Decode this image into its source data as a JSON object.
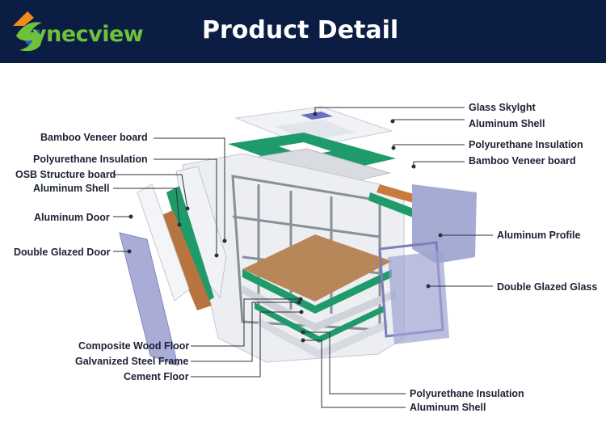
{
  "header": {
    "brand": "ynecview",
    "title": "Product Detail",
    "colors": {
      "background": "#0c1d44",
      "brand_green": "#6fc13a",
      "brand_orange": "#f08a1c"
    }
  },
  "labels": {
    "glass_skylight": "Glass Skylght",
    "aluminum_shell_top": "Aluminum Shell",
    "polyurethane_insulation_top_right": "Polyurethane Insulation",
    "bamboo_veneer_board_right": "Bamboo Veneer board",
    "aluminum_profile": "Aluminum Profile",
    "double_glazed_glass": "Double Glazed Glass",
    "polyurethane_insulation_bottom": "Polyurethane Insulation",
    "aluminum_shell_bottom": "Aluminum Shell",
    "bamboo_veneer_board_left": "Bamboo Veneer board",
    "polyurethane_insulation_left": "Polyurethane Insulation",
    "osb_structure_board": "OSB Structure board",
    "aluminum_shell_left": "Aluminum Shell",
    "aluminum_door": "Aluminum Door",
    "double_glazed_door": "Double Glazed Door",
    "composite_wood_floor": "Composite Wood Floor",
    "galvanized_steel_frame": "Galvanized  Steel Frame",
    "cement_floor": "Cement Floor"
  }
}
